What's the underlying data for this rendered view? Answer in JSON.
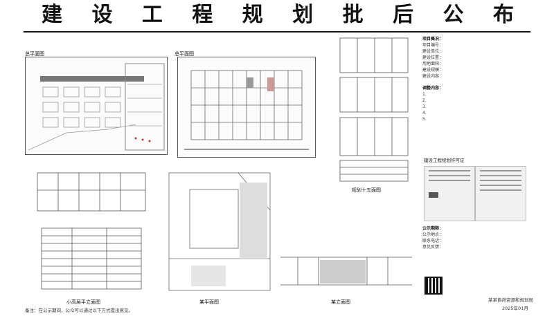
{
  "title_chars": [
    "建",
    "设",
    "工",
    "程",
    "规",
    "划",
    "批",
    "后",
    "公",
    "布"
  ],
  "drawings": {
    "site_plan_label": "总平面图",
    "floor_plan_label": "总平面图",
    "section_label": "规划十五面图",
    "building_label": "小高层平立面图",
    "corner_label": "某平面图",
    "elevation_label": "某立面图"
  },
  "info": {
    "heading": "项目概况：",
    "lines": [
      "项目编号：",
      "建设单位：",
      "建设位置：",
      "用地面积：",
      "建设规模：",
      "建设内容：",
      "调整内容：",
      "1.",
      "2.",
      "3.",
      "4.",
      "5."
    ],
    "attachments_label": "建设工程规划许可证",
    "contact_label": "公示期限：",
    "contact_lines": [
      "公示地点：",
      "联系电话：",
      "意见反馈："
    ]
  },
  "footer": {
    "note": "备注：",
    "left_text": "在公示期间，公众可以通过以下方式提出意见。",
    "right_text": "某某自然资源和规划局",
    "date": "2025年01月"
  }
}
